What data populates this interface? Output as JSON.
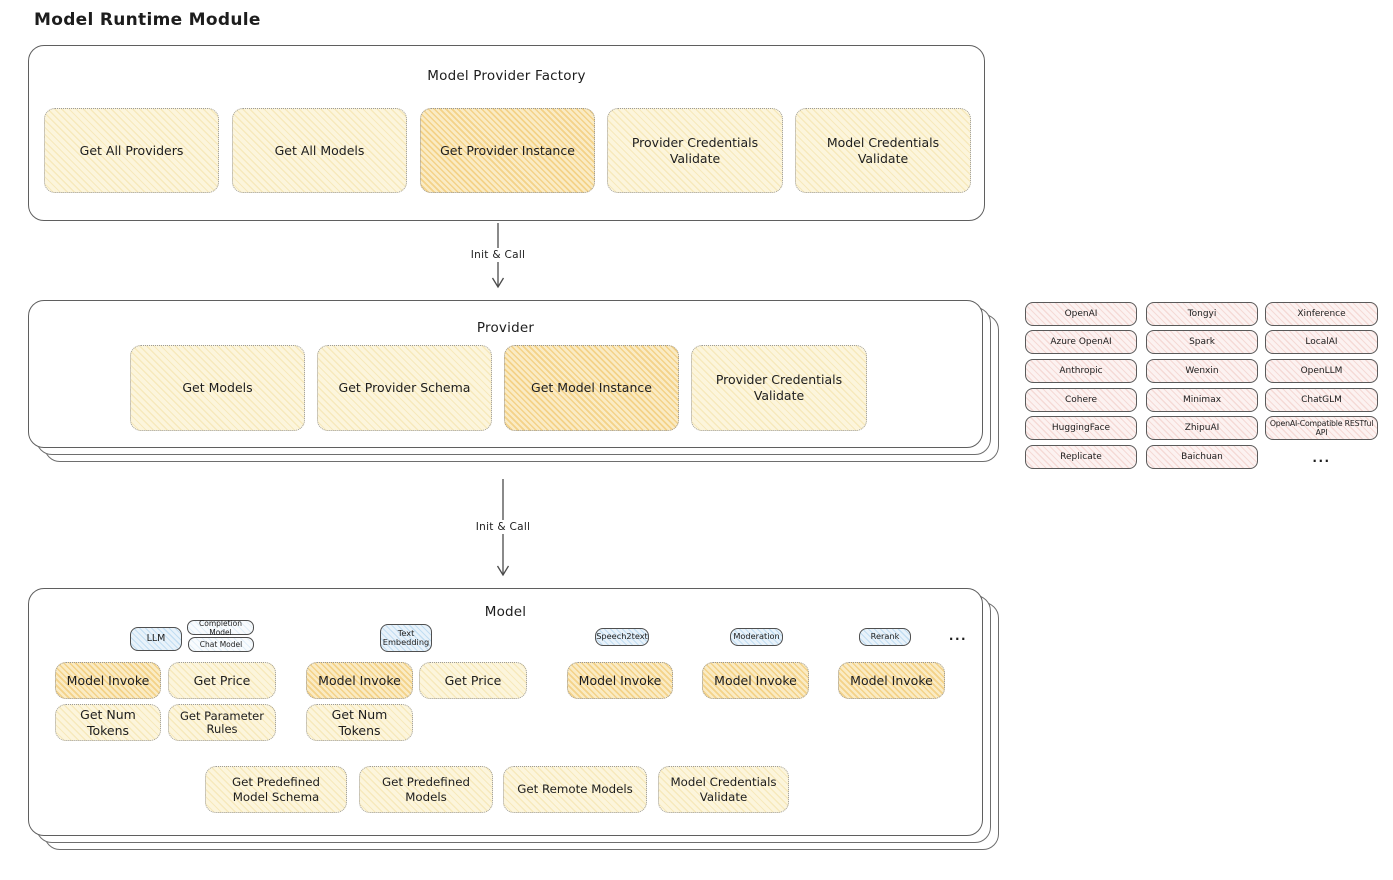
{
  "page_title": "Model Runtime Module",
  "colors": {
    "yellow_fill": "#FCF5DC",
    "yellow_hatch": "#F2DA94",
    "orange_fill": "#FAEBC4",
    "orange_hatch": "#EEBD58",
    "pink_fill": "#FCF2F1",
    "pink_hatch": "#ECB8B2",
    "blue_fill": "#E8F2FA",
    "blue_hatch": "#94C5E8",
    "outline": "#5f5f5f",
    "text": "#1d1d1d"
  },
  "factory": {
    "title": "Model Provider Factory",
    "items": [
      {
        "label": "Get All Providers"
      },
      {
        "label": "Get All Models"
      },
      {
        "label": "Get Provider Instance"
      },
      {
        "label": "Provider Credentials Validate"
      },
      {
        "label": "Model Credentials Validate"
      }
    ]
  },
  "arrow1": {
    "label": "Init & Call"
  },
  "arrow2": {
    "label": "Init & Call"
  },
  "provider": {
    "title": "Provider",
    "items": [
      {
        "label": "Get Models"
      },
      {
        "label": "Get Provider Schema"
      },
      {
        "label": "Get Model Instance"
      },
      {
        "label": "Provider Credentials Validate"
      }
    ]
  },
  "providers_grid": {
    "items": [
      "OpenAI",
      "Tongyi",
      "Xinference",
      "Azure OpenAI",
      "Spark",
      "LocalAI",
      "Anthropic",
      "Wenxin",
      "OpenLLM",
      "Cohere",
      "Minimax",
      "ChatGLM",
      "HuggingFace",
      "ZhipuAI",
      "OpenAI-Compatible RESTful API",
      "Replicate",
      "Baichuan"
    ],
    "ellipsis": "..."
  },
  "model": {
    "title": "Model",
    "tags": {
      "llm": "LLM",
      "completion": "Completion Model",
      "chat": "Chat Model",
      "text_embedding": "Text Embedding",
      "speech2text": "Speech2text",
      "moderation": "Moderation",
      "rerank": "Rerank",
      "ellipsis": "..."
    },
    "ops": {
      "model_invoke": "Model Invoke",
      "get_price": "Get Price",
      "get_num_tokens": "Get Num Tokens",
      "get_parameter_rules": "Get Parameter Rules"
    },
    "bottom": [
      {
        "label": "Get Predefined Model Schema"
      },
      {
        "label": "Get Predefined Models"
      },
      {
        "label": "Get Remote Models"
      },
      {
        "label": "Model Credentials Validate"
      }
    ]
  }
}
